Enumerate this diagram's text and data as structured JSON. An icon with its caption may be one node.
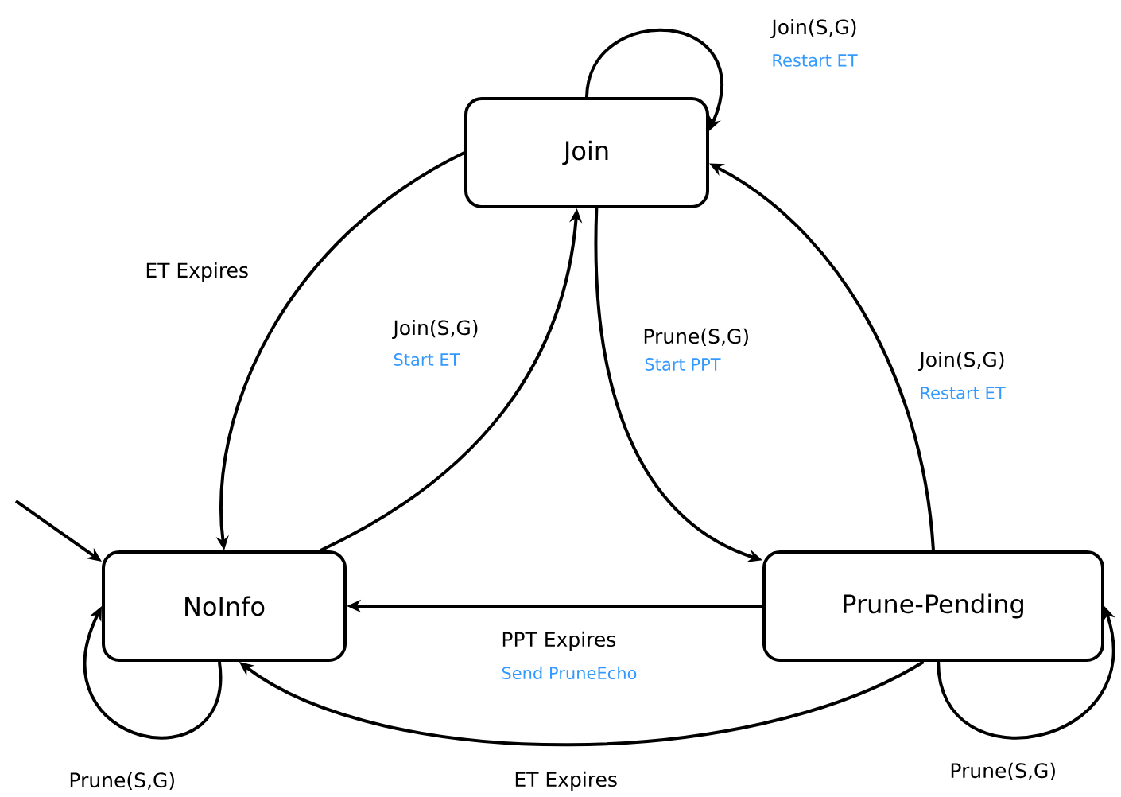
{
  "diagram": {
    "nodes": [
      {
        "text": [
          "Join"
        ]
      },
      {
        "text": [
          "NoInfo"
        ]
      },
      {
        "text": [
          "Prune-Pending"
        ]
      }
    ],
    "edges": [
      {
        "from": 0,
        "to": 0,
        "arrow": "to",
        "label": "Join(S,G)"
      },
      {
        "from": 0,
        "to": 1,
        "arrow": "to",
        "label": "ET Expires"
      },
      {
        "from": 1,
        "to": 0,
        "arrow": "to",
        "label": "Join(S,G)"
      },
      {
        "from": 0,
        "to": 2,
        "arrow": "to",
        "label": "Prune(S,G)"
      },
      {
        "from": 2,
        "to": 0,
        "arrow": "to",
        "label": "Join(S,G)"
      },
      {
        "from": 2,
        "to": 1,
        "arrow": "to",
        "label": "PPT Expires"
      },
      {
        "from": 2,
        "to": 1,
        "arrow": "to",
        "label": "ET Expires"
      },
      {
        "from": 1,
        "to": 1,
        "arrow": "to",
        "label": "Prune(S,G)"
      },
      {
        "from": 2,
        "to": 2,
        "arrow": "to",
        "label": "Prune(S,G)"
      },
      {
        "from": null,
        "to": 1,
        "arrow": "to"
      }
    ],
    "labels": [
      "Restart ET",
      "Start ET",
      "Start PPT",
      "Restart ET",
      "Send PruneEcho"
    ]
  }
}
